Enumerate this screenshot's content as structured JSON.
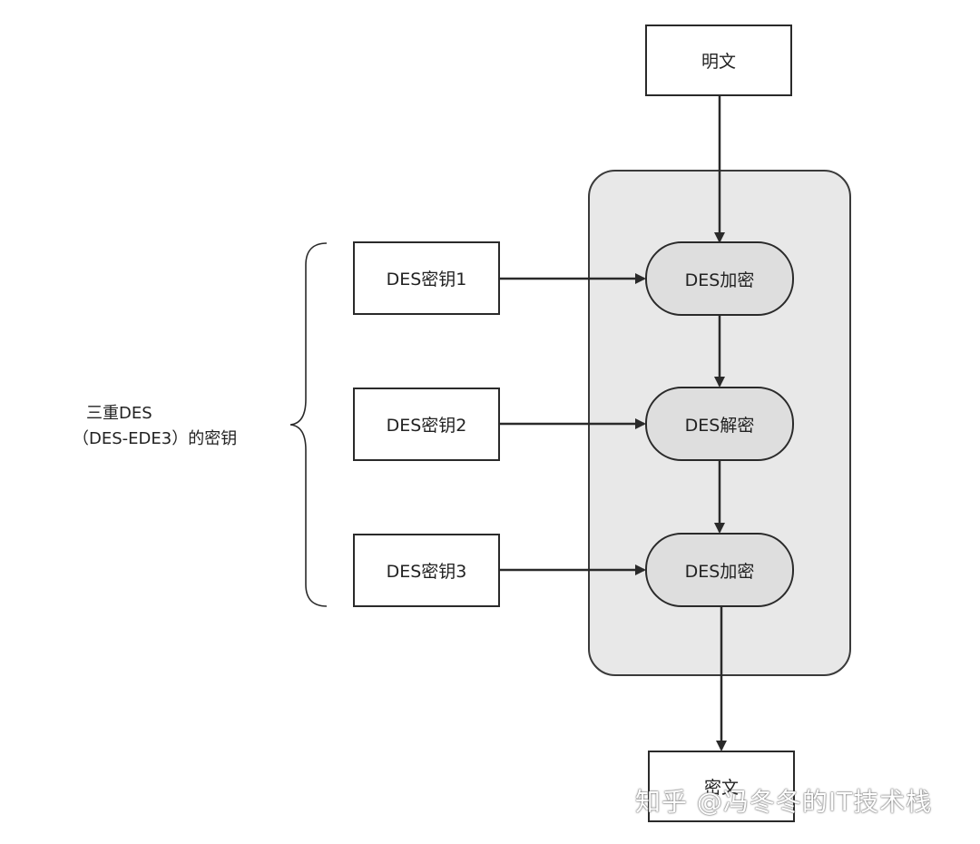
{
  "nodes": {
    "plaintext": "明文",
    "ciphertext": "密文",
    "key1": "DES密钥1",
    "key2": "DES密钥2",
    "key3": "DES密钥3",
    "encrypt1": "DES加密",
    "decrypt": "DES解密",
    "encrypt2": "DES加密"
  },
  "brace_label": {
    "line1": "三重DES",
    "line2": "（DES-EDE3）的密钥"
  },
  "watermark": "知乎 @冯冬冬的IT技术栈",
  "colors": {
    "panel_fill": "#e8e8e8",
    "pill_fill": "#dedede",
    "stroke": "#2a2a2a"
  }
}
